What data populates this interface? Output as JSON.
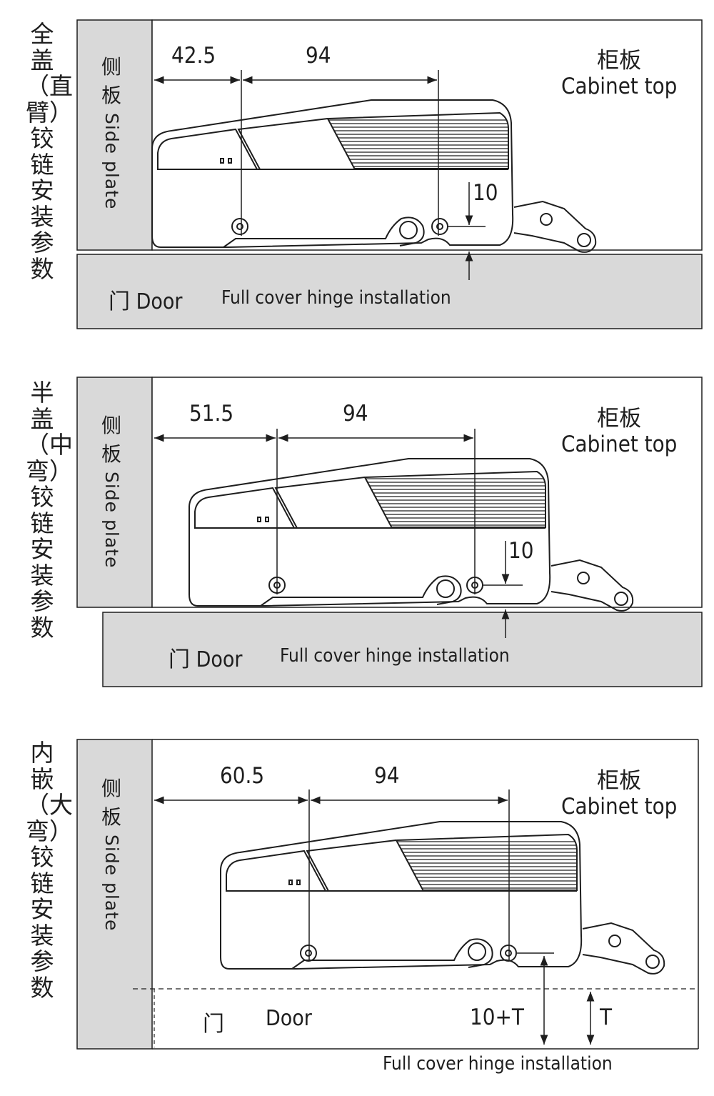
{
  "colors": {
    "panel_fill": "#d9d9d9",
    "line": "#1e1e1e",
    "background": "#ffffff"
  },
  "labels": {
    "side_plate_cn": "侧板",
    "side_plate_en": "Side plate",
    "cabinet_top_cn": "柜板",
    "cabinet_top_en": "Cabinet top",
    "door_cn": "门",
    "door_en": "Door",
    "caption": "Full cover hinge installation"
  },
  "sections": [
    {
      "title": "全盖（直臂）铰链安装参数",
      "dim_left": "42.5",
      "dim_right": "94",
      "dim_gap": "10"
    },
    {
      "title": "半盖（中弯）铰链安装参数",
      "dim_left": "51.5",
      "dim_right": "94",
      "dim_gap": "10"
    },
    {
      "title": "内嵌（大弯）铰链安装参数",
      "dim_left": "60.5",
      "dim_right": "94",
      "dim_gap": "10+T",
      "dim_thickness": "T"
    }
  ]
}
